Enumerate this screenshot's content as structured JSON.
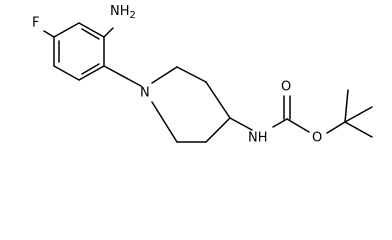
{
  "molecule": {
    "atoms": {
      "fluorine": "F",
      "amine": "NH",
      "amine_subscript": "2",
      "ring_nitrogen": "N",
      "carbamate_nh": "NH",
      "carbonyl_oxygen": "O",
      "ester_oxygen": "O"
    }
  }
}
